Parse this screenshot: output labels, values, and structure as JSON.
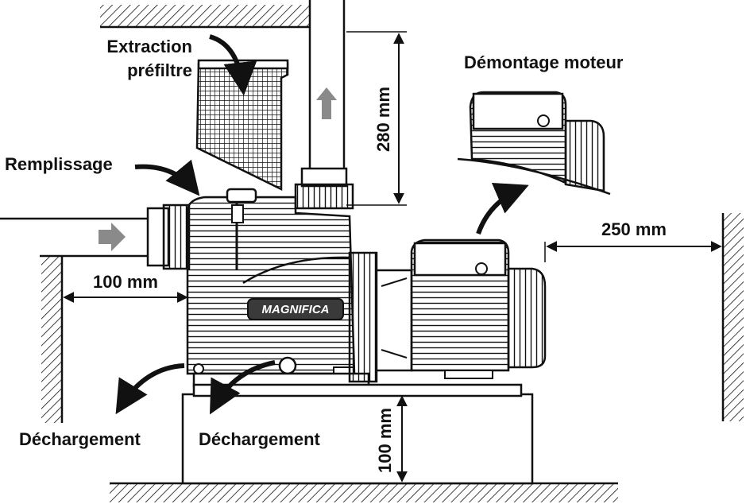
{
  "labels": {
    "extraction_line1": "Extraction",
    "extraction_line2": "préfiltre",
    "remplissage": "Remplissage",
    "demontage": "Démontage moteur",
    "dechargement_left": "Déchargement",
    "dechargement_right": "Déchargement",
    "brand": "MAGNIFICA"
  },
  "dimensions": {
    "top_clearance": "280 mm",
    "motor_clearance": "250 mm",
    "inlet_wall_distance": "100 mm",
    "base_height": "100 mm"
  },
  "colors": {
    "ink": "#111111",
    "flow_arrow": "#8a8a8a",
    "brand_badge": "#3a3a3a"
  },
  "icons": {
    "flow_arrow_up": "arrow-up-icon",
    "flow_arrow_right": "arrow-right-icon"
  }
}
